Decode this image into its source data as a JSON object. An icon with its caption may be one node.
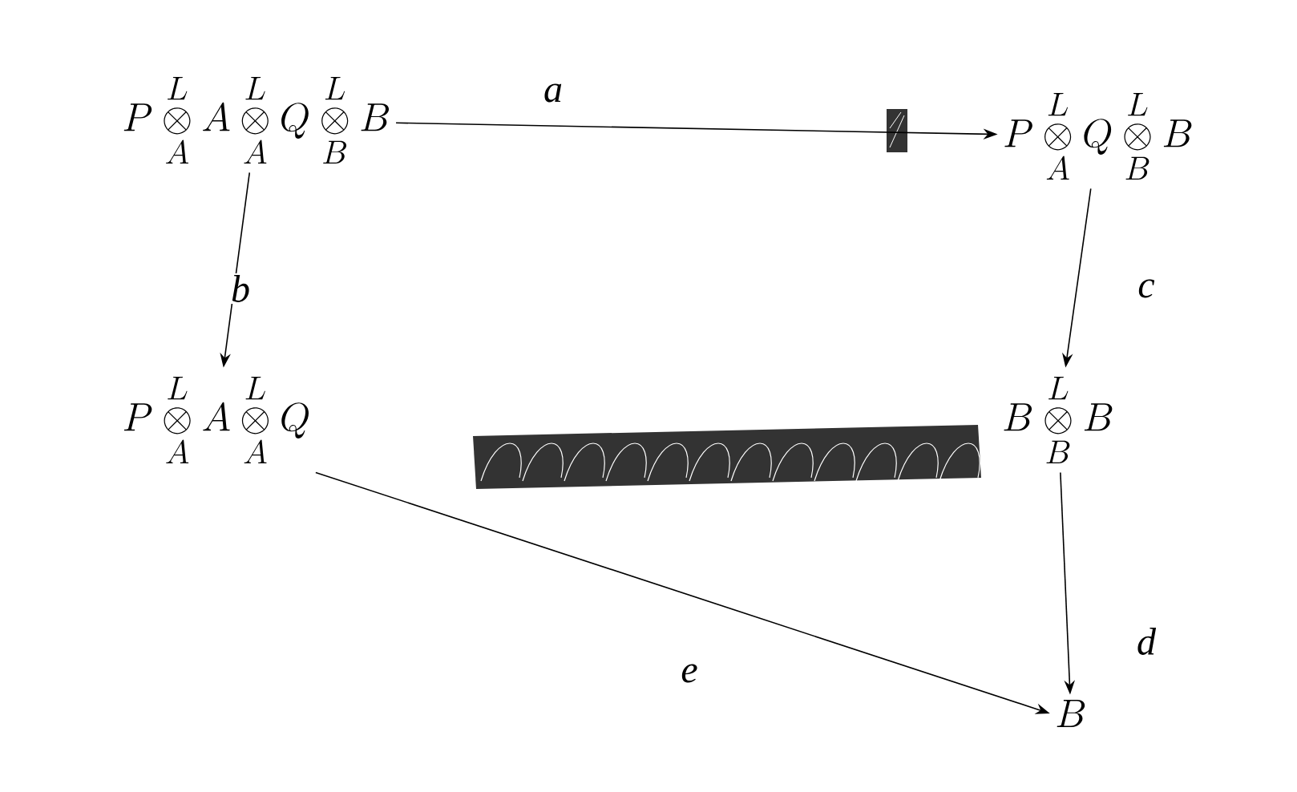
{
  "diagram": {
    "nodes": [
      {
        "text": [
          "P \\overset{L}{\\underset{A}{\\otimes}} A \\overset{L}{\\underset{A}{\\otimes}} Q \\overset{L}{\\underset{B}{\\otimes}} B"
        ]
      },
      {
        "text": [
          "P \\overset{L}{\\underset{A}{\\otimes}} Q \\overset{L}{\\underset{B}{\\otimes}} B"
        ]
      },
      {
        "text": [
          "P \\overset{L}{\\underset{A}{\\otimes}} A \\overset{L}{\\underset{A}{\\otimes}} Q"
        ]
      },
      {
        "text": [
          "B \\overset{L}{\\underset{B}{\\otimes}} B"
        ]
      },
      {
        "text": [
          "B"
        ]
      }
    ],
    "edges": [
      {
        "from": 0,
        "to": 1,
        "arrow": "to",
        "label": "a"
      },
      {
        "from": 0,
        "to": 2,
        "arrow": "to",
        "label": "b"
      },
      {
        "from": 1,
        "to": 3,
        "arrow": "to",
        "label": "c"
      },
      {
        "from": 3,
        "to": 4,
        "arrow": "to",
        "label": "d"
      },
      {
        "from": 2,
        "to": 4,
        "arrow": "to",
        "label": "e"
      }
    ]
  }
}
